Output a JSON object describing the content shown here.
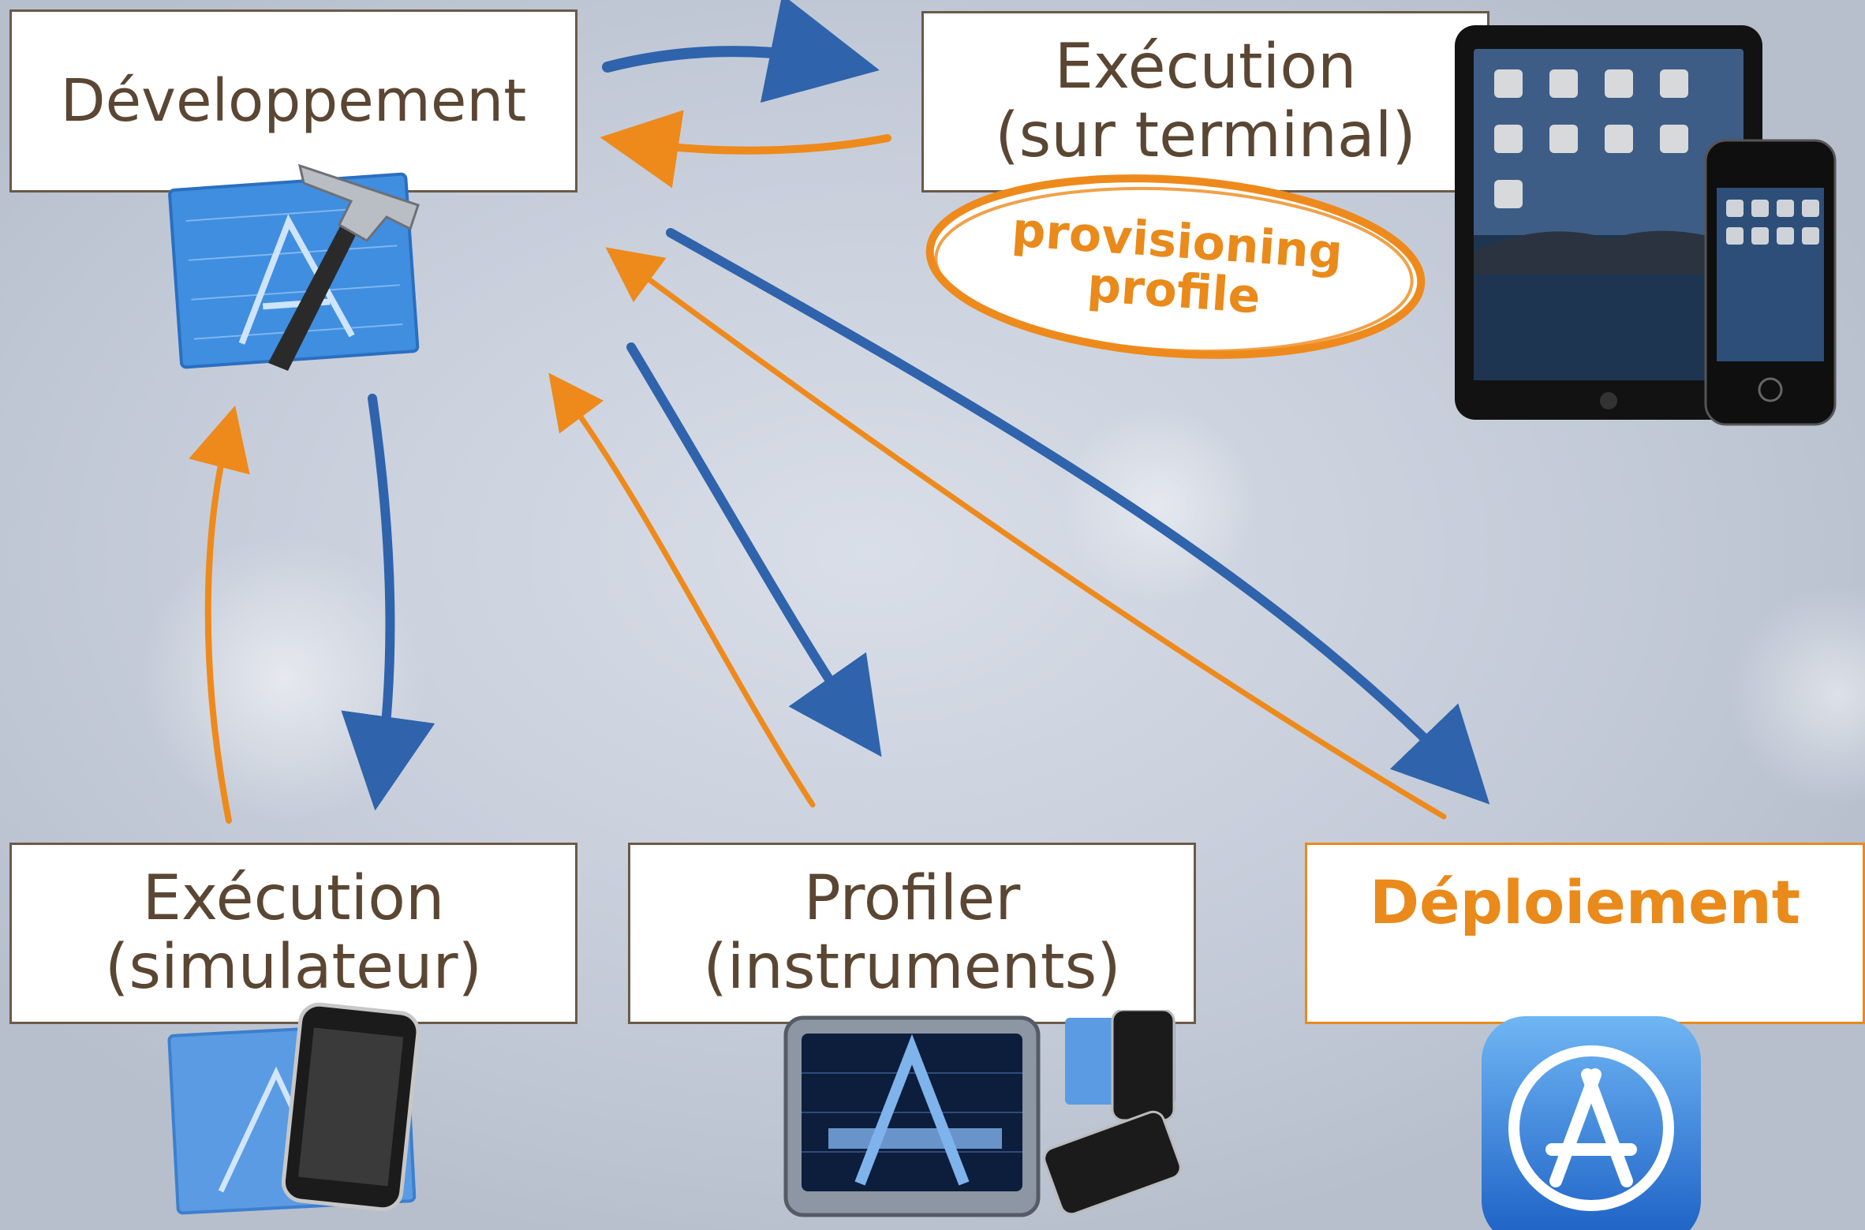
{
  "colors": {
    "forward_arrow": "#2f63ac",
    "back_arrow": "#ee8a1c",
    "box_border": "#6b5a48",
    "box_text": "#5a4632",
    "deploy": "#e98a1b"
  },
  "boxes": {
    "development": {
      "label": "Développement"
    },
    "device_run": {
      "line1": "Exécution",
      "line2": "(sur terminal)"
    },
    "simulator_run": {
      "line1": "Exécution",
      "line2": "(simulateur)"
    },
    "profiler": {
      "line1": "Profiler",
      "line2": "(instruments)"
    },
    "deployment": {
      "label": "Déploiement"
    }
  },
  "badge": {
    "line1": "provisioning",
    "line2": "profile"
  },
  "icons": [
    "xcode-hammer-icon",
    "ipad-iphone-icon",
    "ios-simulator-icon",
    "instruments-icon",
    "app-store-icon"
  ]
}
